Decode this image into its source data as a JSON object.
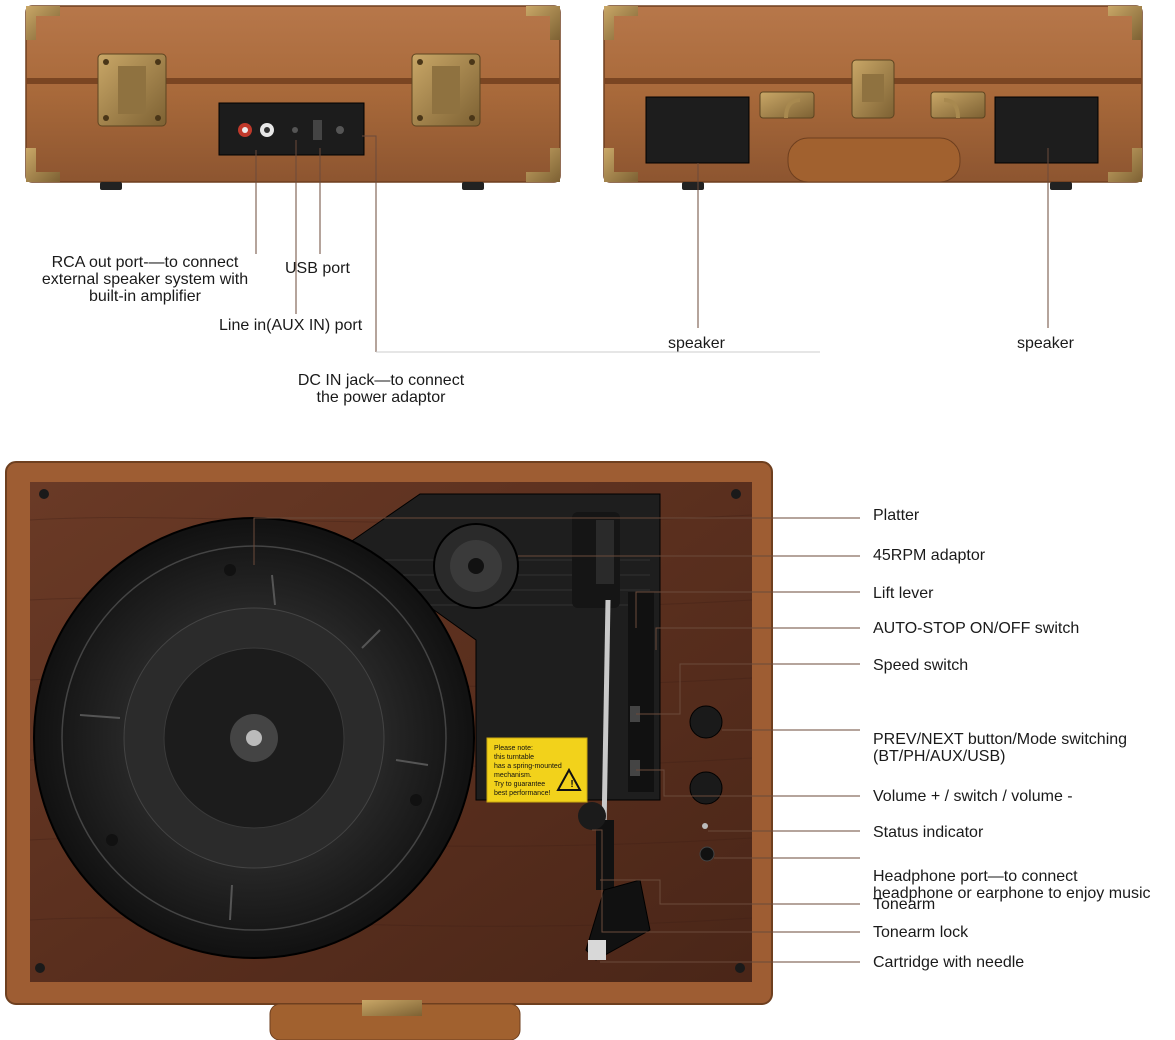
{
  "top_labels": {
    "rca": [
      "RCA out port-—to connect",
      "external speaker system with",
      "built-in amplifier"
    ],
    "usb": "USB port",
    "line_in": "Line in(AUX IN) port",
    "dc_in": [
      "DC IN jack—to connect",
      "the power adaptor"
    ],
    "speaker_left": "speaker",
    "speaker_right": "speaker"
  },
  "callouts": [
    "Platter",
    "45RPM adaptor",
    "Lift lever",
    "AUTO-STOP ON/OFF switch",
    "Speed switch",
    "PREV/NEXT button/Mode switching",
    "(BT/PH/AUX/USB)",
    "Volume + / switch / volume -",
    "Status indicator",
    "Headphone port—to connect",
    "headphone or earphone to enjoy music",
    "Tonearm",
    "Tonearm lock",
    "Cartridge with needle"
  ],
  "warning_sticker": [
    "Please note:",
    "this turntable",
    "has a spring-mounted",
    "mechanism.",
    "Try to guarantee",
    "best performance!"
  ],
  "colors": {
    "leather": "#a8693a",
    "leather_dark": "#7a4522",
    "wood": "#5e3220",
    "wood_dark": "#3f2016",
    "brass": "#b08d52",
    "platter": "#222222",
    "sticker": "#f2d21b",
    "line": "#555555"
  }
}
